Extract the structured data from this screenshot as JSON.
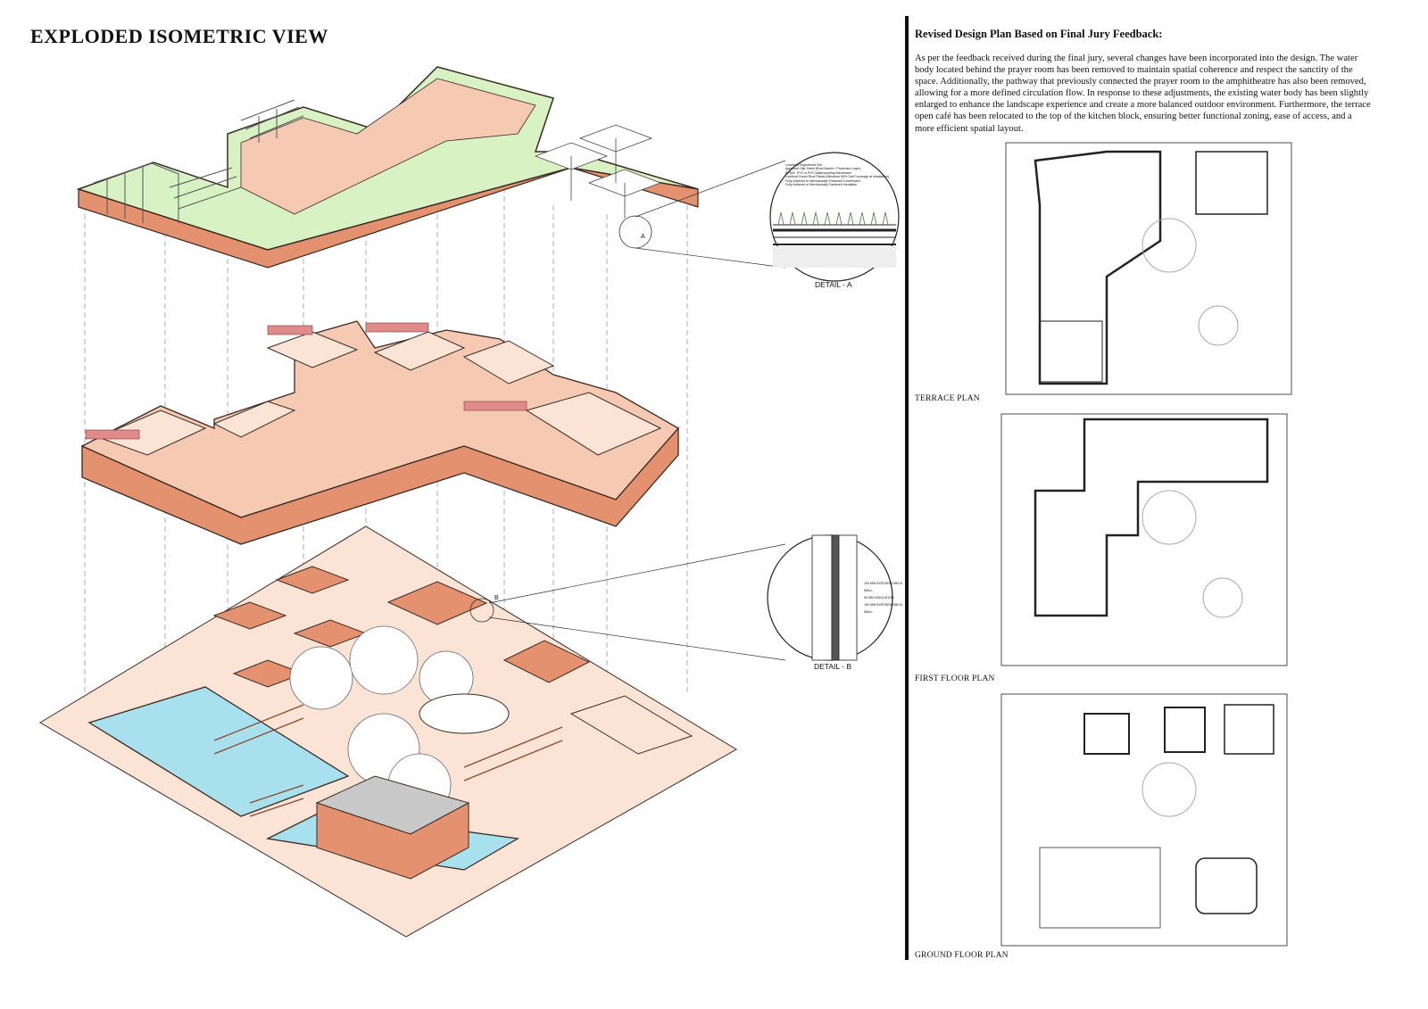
{
  "title": "EXPLODED ISOMETRIC VIEW",
  "revision": {
    "heading": "Revised Design Plan Based on Final Jury Feedback:",
    "body": "As per the feedback received during the final jury, several changes have been incorporated into the design. The water body located behind the prayer room has been removed to maintain spatial coherence and respect the sanctity of the space. Additionally, the pathway that previously connected the prayer room to the amphitheatre has also been removed, allowing for a more defined circulation flow. In response to these adjustments, the existing water body has been slightly enlarged to enhance the landscape experience and create a more balanced outdoor environment. Furthermore, the terrace open café has been relocated to the top of the kitchen block, ensuring better functional zoning, ease of access, and a more efficient spatial layout."
  },
  "plans": {
    "terrace": "TERRACE PLAN",
    "first": "FIRST FLOOR PLAN",
    "ground": "GROUND FLOOR PLAN"
  },
  "details": {
    "a": {
      "label": "DETAIL - A",
      "marker": "A",
      "notes": [
        "Lowheed Engineered Soil",
        "Approved Slip Sheet (Root Barrier / Protection Layer)",
        "EPDM, TPO or PVC Waterproofing Membrane",
        "Livefroof Green Roof Plants (Minimum 95% Soil Coverage at Installation)",
        "Fully Adhered or Mechanically Fastened Coverboard",
        "Fully Adhered or Mechanically Fastened Insulation"
      ]
    },
    "b": {
      "label": "DETAIL - B",
      "marker": "B",
      "notes": [
        "100 MM EXPOSED BRICK WALL",
        "50 MM INSULATION",
        "100 MM EXPOSED BRICK WALL"
      ]
    }
  },
  "colors": {
    "terracotta": "#e3916f",
    "salmon": "#f6c9b2",
    "lightSalmon": "#fbe3d6",
    "grass": "#d9f2c4",
    "water": "#a9e0ee",
    "outline": "#3a2a22"
  }
}
